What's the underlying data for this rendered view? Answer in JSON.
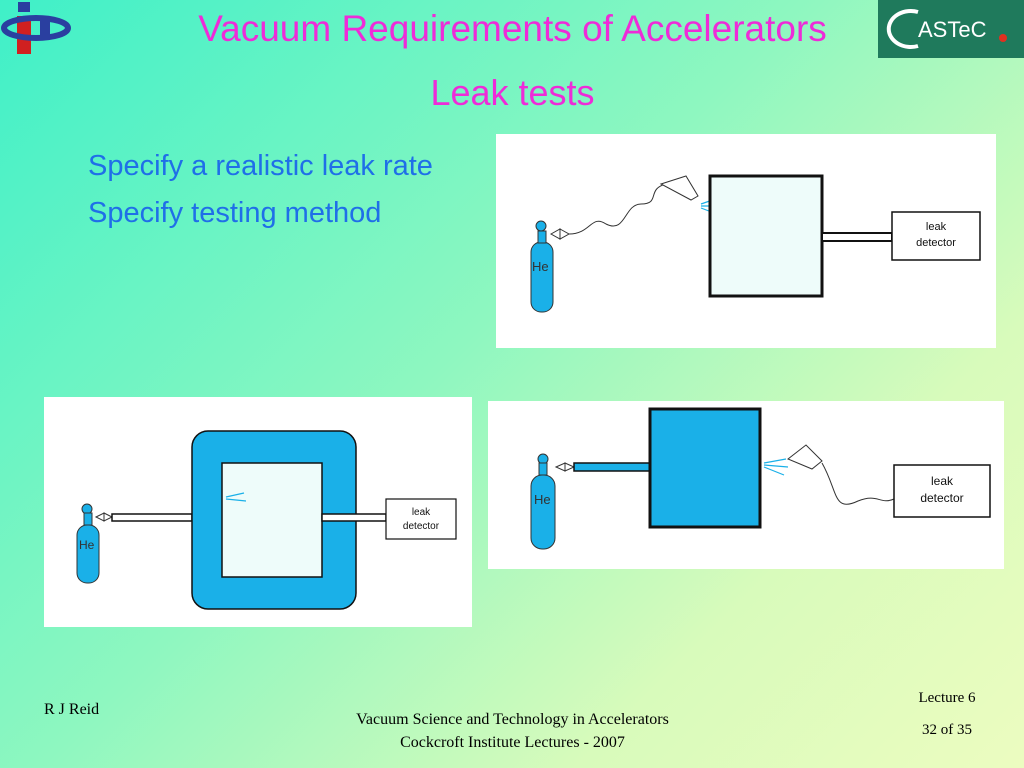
{
  "header": {
    "title": "Vacuum Requirements of Accelerators",
    "subtitle": "Leak tests",
    "left_logo": "ip-logo-icon",
    "right_logo_text": "ASTeC"
  },
  "bullets": [
    "Specify a realistic leak rate",
    "Specify testing method"
  ],
  "diagrams": {
    "top": {
      "cylinder_label": "He",
      "detector_line1": "leak",
      "detector_line2": "detector"
    },
    "bottom_left": {
      "cylinder_label": "He",
      "detector_line1": "leak",
      "detector_line2": "detector"
    },
    "bottom_right": {
      "cylinder_label": "He",
      "detector_line1": "leak",
      "detector_line2": "detector"
    }
  },
  "footer": {
    "author": "R J Reid",
    "line1": "Vacuum Science and Technology in Accelerators",
    "line2": "Cockcroft Institute Lectures - 2007",
    "lecture": "Lecture 6",
    "page": "32 of 35"
  },
  "colors": {
    "title": "#ee2bd8",
    "bullets": "#1f6fe8",
    "diagram_fill": "#1ab0e8",
    "logo_bg": "#1f7a5c"
  }
}
